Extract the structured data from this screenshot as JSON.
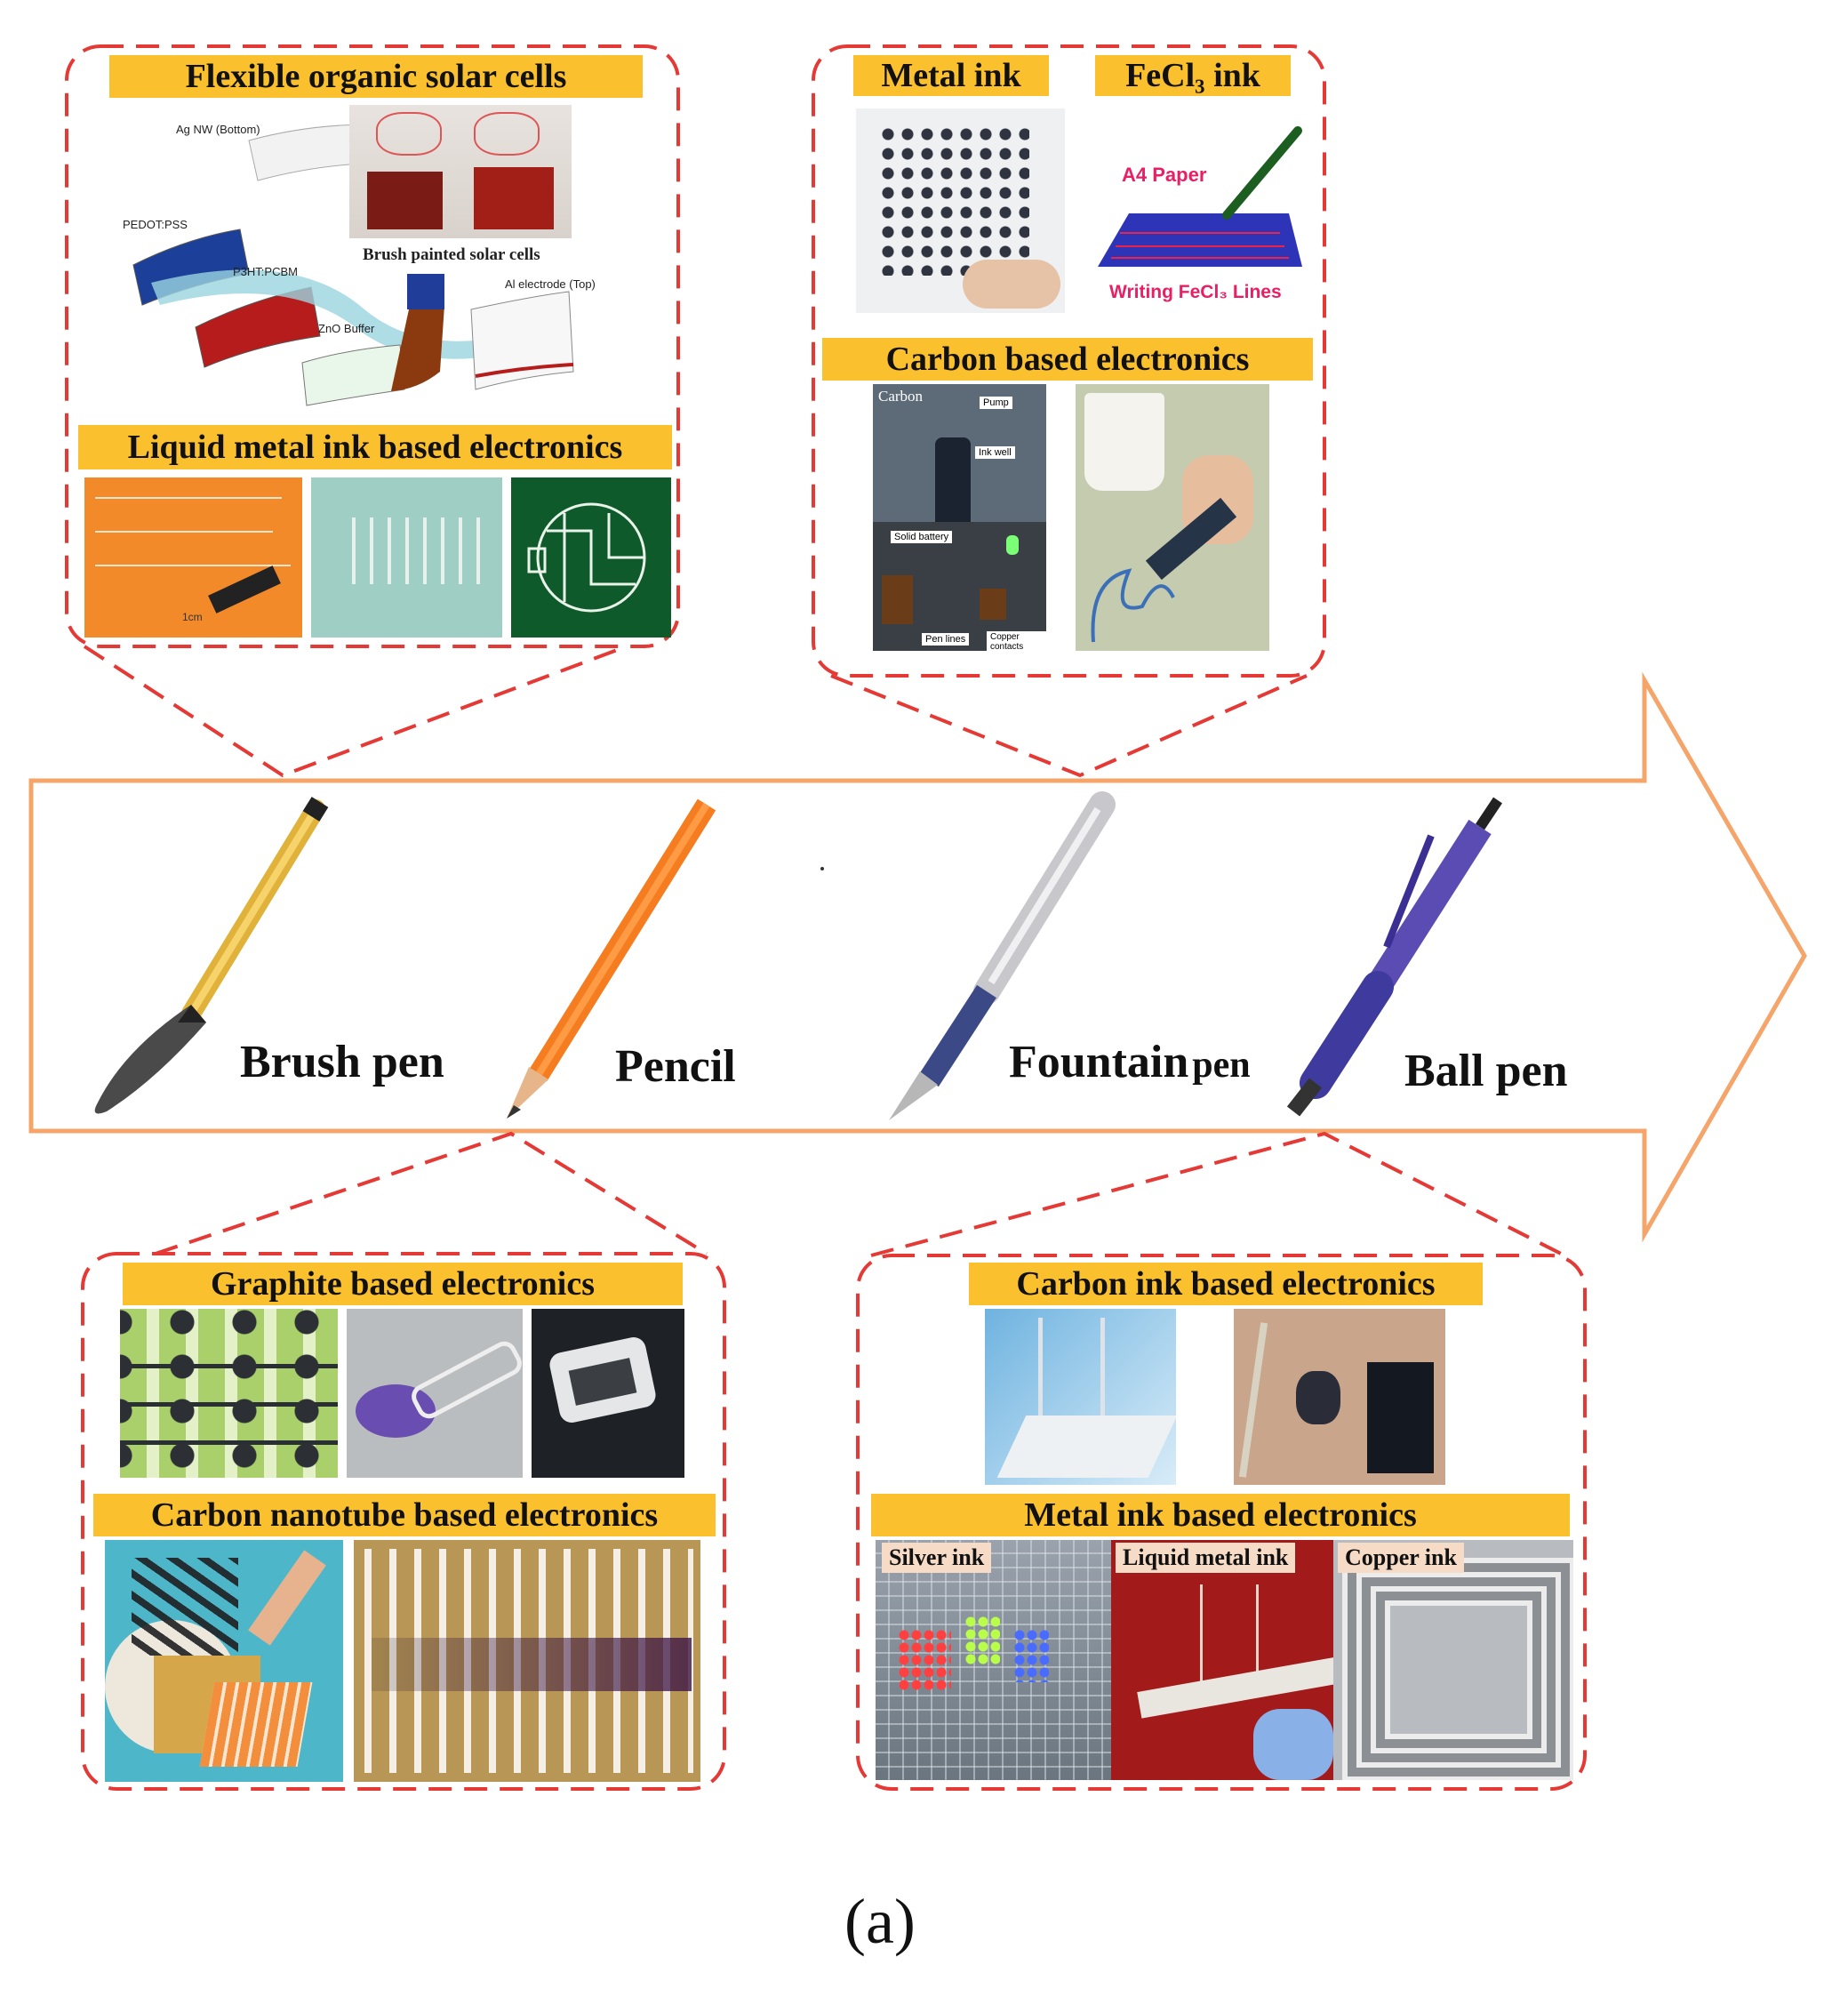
{
  "pens": [
    {
      "name": "Brush pen"
    },
    {
      "name": "Pencil"
    },
    {
      "name": "Fountain pen",
      "first": "Fountain",
      "second": "pen"
    },
    {
      "name": "Ball pen"
    }
  ],
  "panels": {
    "brush": {
      "title1": "Flexible organic solar cells",
      "layers": [
        "Ag NW (Bottom)",
        "PEDOT:PSS",
        "P3HT:PCBM",
        "ZnO Buffer",
        "Al electrode (Top)"
      ],
      "brush_caption": "Brush painted solar cells",
      "title2": "Liquid metal ink based electronics",
      "scale": "1cm"
    },
    "fountain": {
      "title_metal": "Metal  ink",
      "title_fecl3": "FeCl₃ ink",
      "a4_paper": "A4 Paper",
      "writing_lines": "Writing FeCl₃ Lines",
      "title_carbon": "Carbon based electronics",
      "carbon_word": "Carbon",
      "tags": [
        "Pump",
        "Ink well",
        "Solid battery",
        "Pen lines",
        "Copper contacts"
      ]
    },
    "pencil": {
      "title1": "Graphite based electronics",
      "title2": "Carbon nanotube based electronics"
    },
    "ballpen": {
      "title1": "Carbon ink based electronics",
      "title2": "Metal ink based electronics",
      "silver": "Silver ink",
      "liquid": "Liquid metal ink",
      "copper": "Copper ink"
    }
  },
  "figure_label": "(a)",
  "colors": {
    "dashed_border": "#e53935",
    "label_bg": "#fbc02d",
    "arrow_outline": "#f5a46a"
  }
}
